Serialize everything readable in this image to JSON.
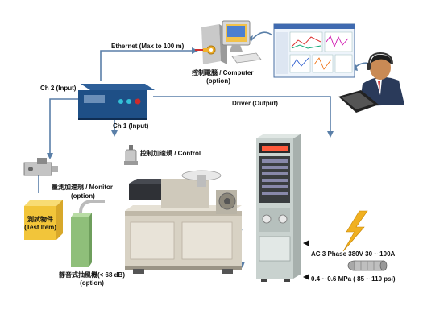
{
  "labels": {
    "ethernet": "Ethernet (Max to 100 m)",
    "computer_line1": "控制電腦 / Computer",
    "computer_line2": "(option)",
    "ch2": "Ch 2 (Input)",
    "ch1": "Ch 1 (Input)",
    "driver": "Driver (Output)",
    "control_accel": "控制加速規 / Control",
    "monitor_line1": "量測加速規 / Monitor",
    "monitor_line2": "(option)",
    "test_item_line1": "測試物件",
    "test_item_line2": "(Test Item)",
    "blower_line1": "靜音式抽風機(< 68 dB)",
    "blower_line2": "(option)",
    "power": "AC 3 Phase 380V 30 ~ 100A",
    "air": "0.4 ~ 0.6 MPa ( 85 ~ 110 psi)"
  },
  "colors": {
    "connector": "#5a7fa8",
    "test_item": "#f2c53a",
    "blower": "#8fbf7a",
    "cabinet": "#c9d2cf",
    "shaker": "#d8d2c4",
    "controller": "#1e4f86",
    "bolt": "#f0b020"
  },
  "icons": [
    "computer-icon",
    "key-icon",
    "software-window-icon",
    "operator-icon",
    "keyboard-icon",
    "lightning-icon",
    "air-hose-icon"
  ]
}
